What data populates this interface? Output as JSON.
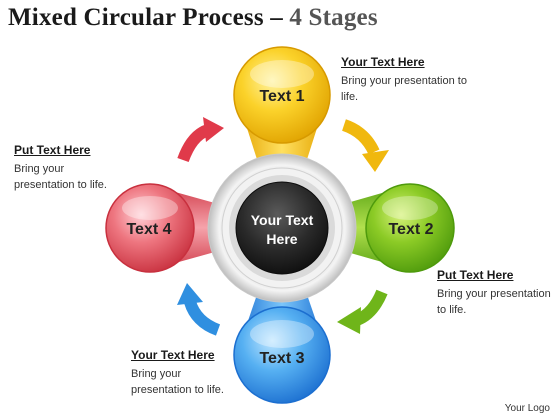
{
  "title": {
    "main": "Mixed Circular Process – ",
    "stages": "4 Stages"
  },
  "center": {
    "line1": "Your Text",
    "line2": "Here"
  },
  "nodes": [
    {
      "label": "Text 1",
      "color": "#F7C412"
    },
    {
      "label": "Text 2",
      "color": "#7DC11E"
    },
    {
      "label": "Text 3",
      "color": "#3C9BEA"
    },
    {
      "label": "Text 4",
      "color": "#E8525F"
    }
  ],
  "callouts": {
    "top_right": {
      "heading": "Your Text Here",
      "body": "Bring your presentation to life."
    },
    "left": {
      "heading": "Put Text Here",
      "body": "Bring your presentation to life."
    },
    "right": {
      "heading": "Put Text Here",
      "body": "Bring your presentation to life."
    },
    "bottom": {
      "heading": "Your Text Here",
      "body": "Bring your presentation to life."
    }
  },
  "arrow_colors": {
    "red": "#E03A4A",
    "yellow": "#F0B80E",
    "green": "#6FB51A",
    "blue": "#2F8FE0"
  },
  "logo": "Your Logo"
}
